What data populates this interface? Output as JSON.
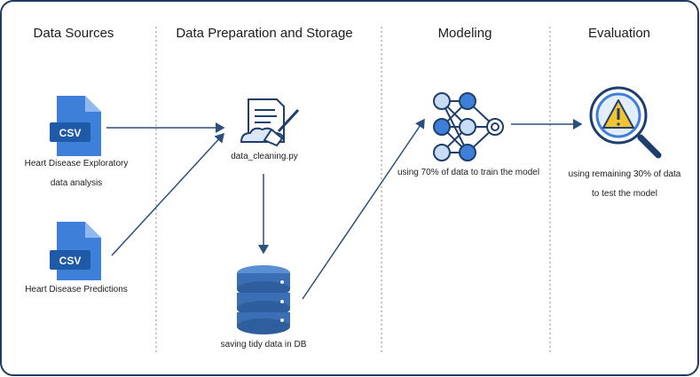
{
  "columns": {
    "data_sources": "Data Sources",
    "data_preparation": "Data Preparation and Storage",
    "modeling": "Modeling",
    "evaluation": "Evaluation"
  },
  "nodes": {
    "csv_top": {
      "badge": "CSV",
      "label_line1": "Heart Disease Exploratory",
      "label_line2": "data analysis"
    },
    "csv_bottom": {
      "badge": "CSV",
      "label": "Heart Disease Predictions"
    },
    "cleaning": {
      "label": "data_cleaning.py"
    },
    "database": {
      "label": "saving tidy data in DB"
    },
    "model": {
      "label": "using 70% of data to train the model"
    },
    "evaluation": {
      "label_line1": "using remaining 30% of data",
      "label_line2": "to test the model"
    }
  },
  "colors": {
    "frame_border": "#1f3b63",
    "arrow": "#2b4f7e",
    "divider": "#8a8a8a",
    "csv_blue": "#3e7fd9",
    "csv_dark": "#1e5aa8",
    "db_blue": "#3a6fb5",
    "nn_node": "#c9dcf5",
    "warning_yellow": "#f4c430"
  }
}
